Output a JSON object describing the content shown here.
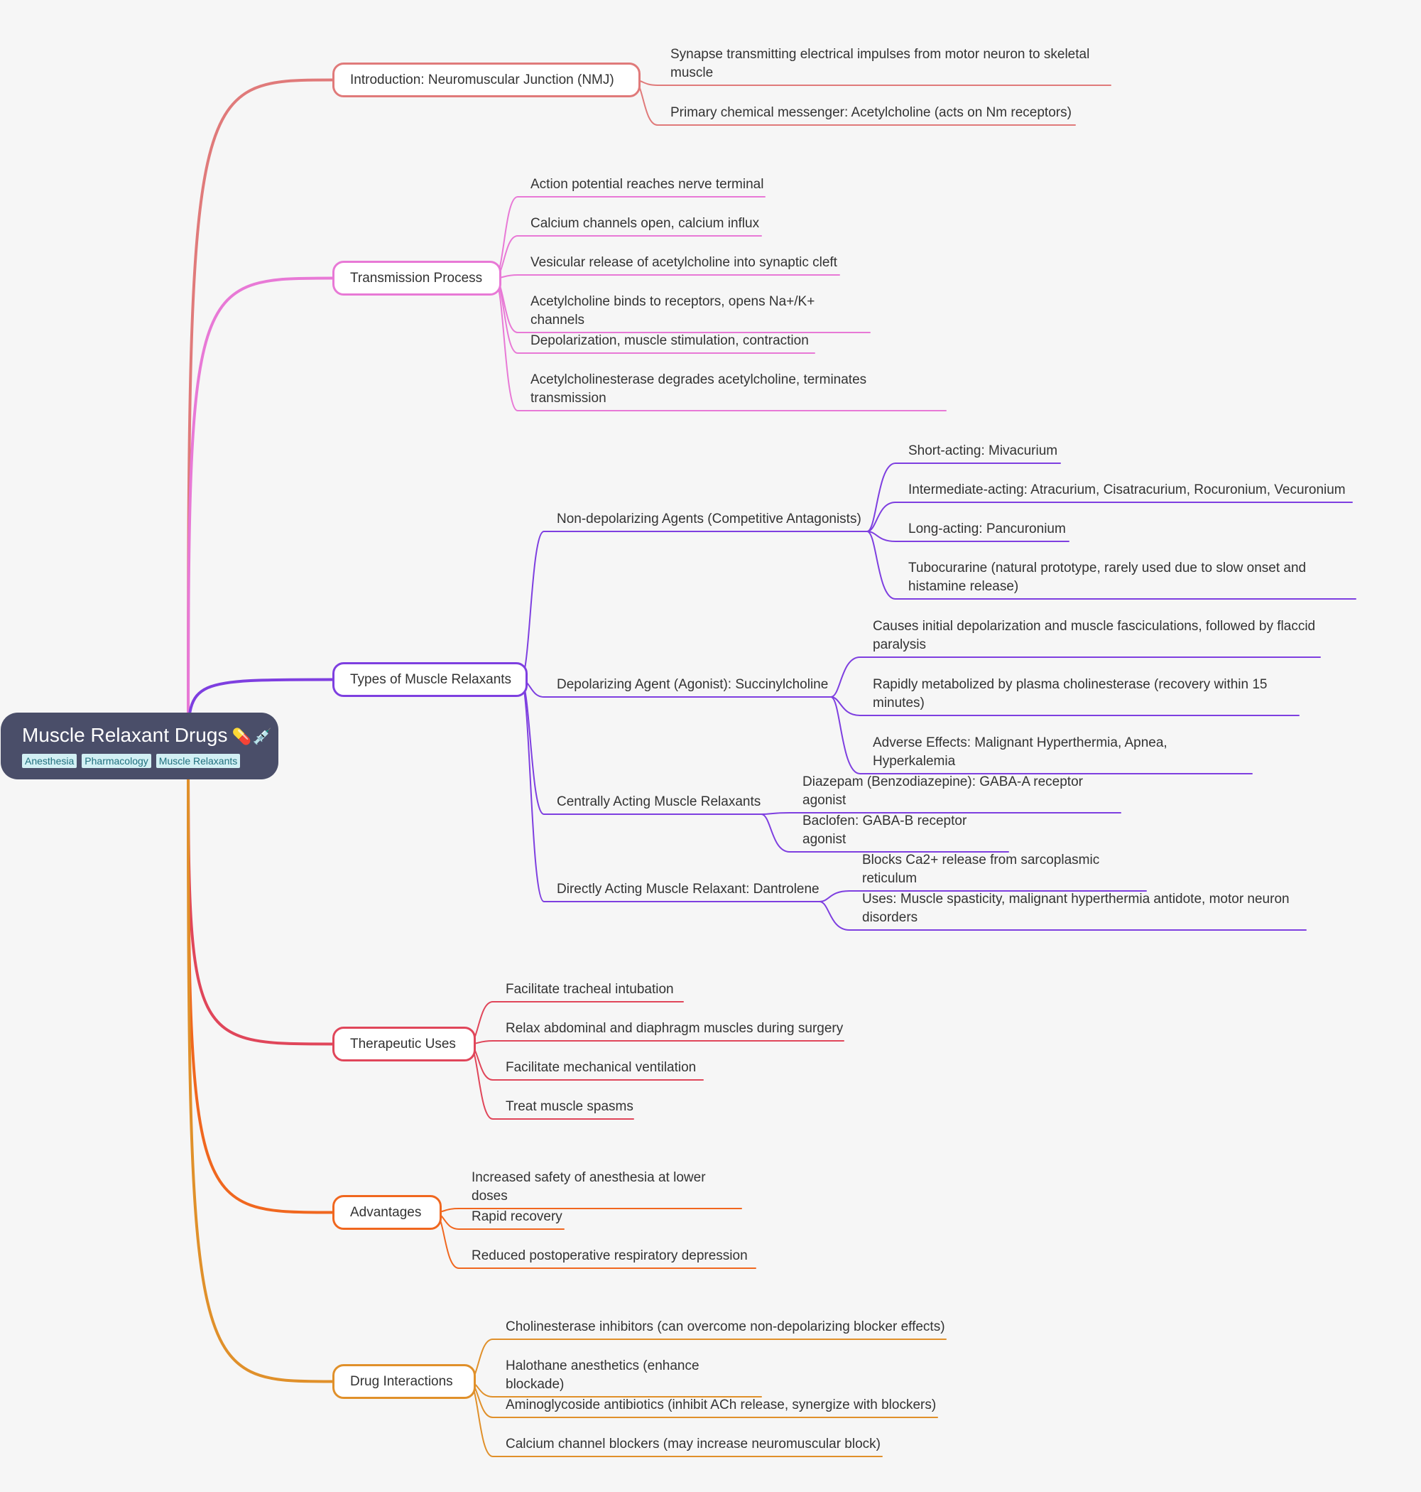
{
  "root": {
    "title": "Muscle Relaxant Drugs",
    "emoji": "💊💉",
    "tags": [
      "Anesthesia",
      "Pharmacology",
      "Muscle Relaxants"
    ],
    "color": "#4a4e69"
  },
  "branches": [
    {
      "label": "Introduction: Neuromuscular Junction (NMJ)",
      "color": "#e07a7a",
      "children": [
        {
          "label": "Synapse transmitting electrical impulses from motor neuron to skeletal muscle"
        },
        {
          "label": "Primary chemical messenger: Acetylcholine (acts on Nm receptors)"
        }
      ]
    },
    {
      "label": "Transmission Process",
      "color": "#e879d6",
      "children": [
        {
          "label": "Action potential reaches nerve terminal"
        },
        {
          "label": "Calcium channels open, calcium influx"
        },
        {
          "label": "Vesicular release of acetylcholine into synaptic cleft"
        },
        {
          "label": "Acetylcholine binds to receptors, opens Na+/K+ channels"
        },
        {
          "label": "Depolarization, muscle stimulation, contraction"
        },
        {
          "label": "Acetylcholinesterase degrades acetylcholine, terminates transmission"
        }
      ]
    },
    {
      "label": "Types of Muscle Relaxants",
      "color": "#7e3fe0",
      "children": [
        {
          "label": "Non-depolarizing Agents (Competitive Antagonists)",
          "children": [
            {
              "label": "Short-acting: Mivacurium"
            },
            {
              "label": "Intermediate-acting: Atracurium, Cisatracurium, Rocuronium, Vecuronium"
            },
            {
              "label": "Long-acting: Pancuronium"
            },
            {
              "label": "Tubocurarine (natural prototype, rarely used due to slow onset and histamine release)"
            }
          ]
        },
        {
          "label": "Depolarizing Agent (Agonist): Succinylcholine",
          "children": [
            {
              "label": "Causes initial depolarization and muscle fasciculations, followed by flaccid paralysis"
            },
            {
              "label": "Rapidly metabolized by plasma cholinesterase (recovery within 15 minutes)"
            },
            {
              "label": "Adverse Effects: Malignant Hyperthermia, Apnea, Hyperkalemia"
            }
          ]
        },
        {
          "label": "Centrally Acting Muscle Relaxants",
          "children": [
            {
              "label": "Diazepam (Benzodiazepine): GABA-A receptor agonist"
            },
            {
              "label": "Baclofen: GABA-B receptor agonist"
            }
          ]
        },
        {
          "label": "Directly Acting Muscle Relaxant: Dantrolene",
          "children": [
            {
              "label": "Blocks Ca2+ release from sarcoplasmic reticulum"
            },
            {
              "label": "Uses: Muscle spasticity, malignant hyperthermia antidote, motor neuron disorders"
            }
          ]
        }
      ]
    },
    {
      "label": "Therapeutic Uses",
      "color": "#e0465a",
      "children": [
        {
          "label": "Facilitate tracheal intubation"
        },
        {
          "label": "Relax abdominal and diaphragm muscles during surgery"
        },
        {
          "label": "Facilitate mechanical ventilation"
        },
        {
          "label": "Treat muscle spasms"
        }
      ]
    },
    {
      "label": "Advantages",
      "color": "#f0671f",
      "children": [
        {
          "label": "Increased safety of anesthesia at lower doses"
        },
        {
          "label": "Rapid recovery"
        },
        {
          "label": "Reduced postoperative respiratory depression"
        }
      ]
    },
    {
      "label": "Drug Interactions",
      "color": "#e0902a",
      "children": [
        {
          "label": "Cholinesterase inhibitors (can overcome non-depolarizing blocker effects)"
        },
        {
          "label": "Halothane anesthetics (enhance blockade)"
        },
        {
          "label": "Aminoglycoside antibiotics (inhibit ACh release, synergize with blockers)"
        },
        {
          "label": "Calcium channel blockers (may increase neuromuscular block)"
        }
      ]
    }
  ]
}
